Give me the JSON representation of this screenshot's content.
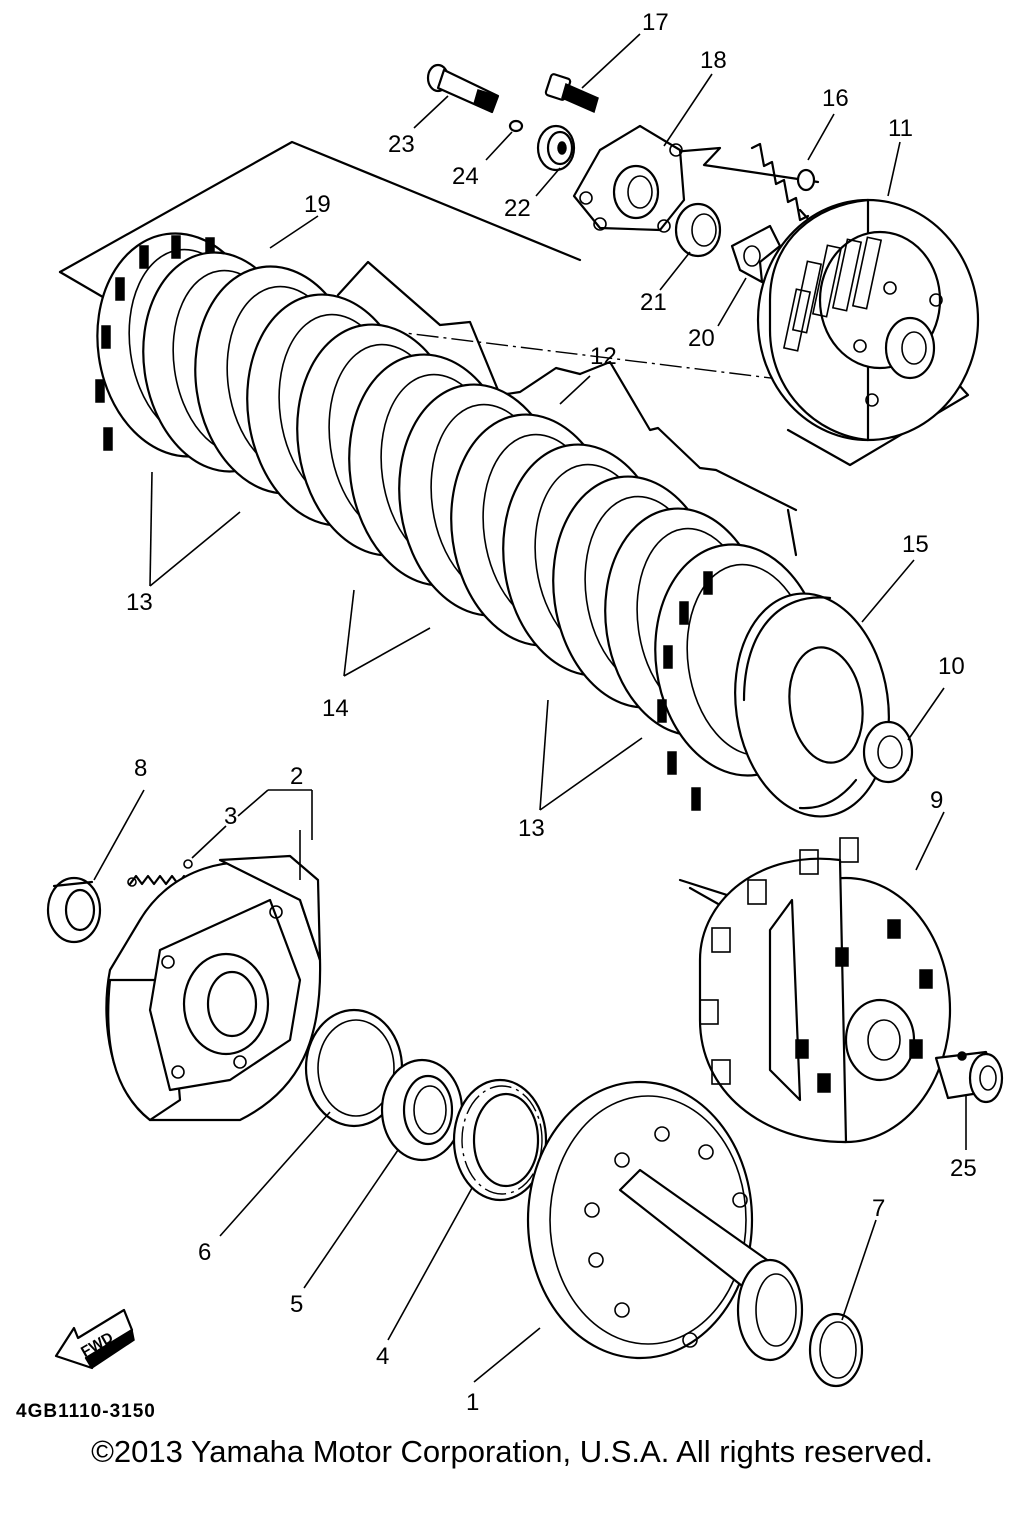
{
  "diagram": {
    "part_code": "4GB1110-3150",
    "fwd_label": "FWD",
    "callouts": [
      "1",
      "2",
      "3",
      "4",
      "5",
      "6",
      "7",
      "8",
      "9",
      "10",
      "11",
      "12",
      "13",
      "13",
      "14",
      "15",
      "16",
      "17",
      "18",
      "19",
      "20",
      "21",
      "22",
      "23",
      "24",
      "25"
    ]
  },
  "footer": {
    "copyright": "©2013 Yamaha Motor Corporation, U.S.A. All rights reserved."
  },
  "colors": {
    "ink": "#000000",
    "background": "#ffffff"
  }
}
